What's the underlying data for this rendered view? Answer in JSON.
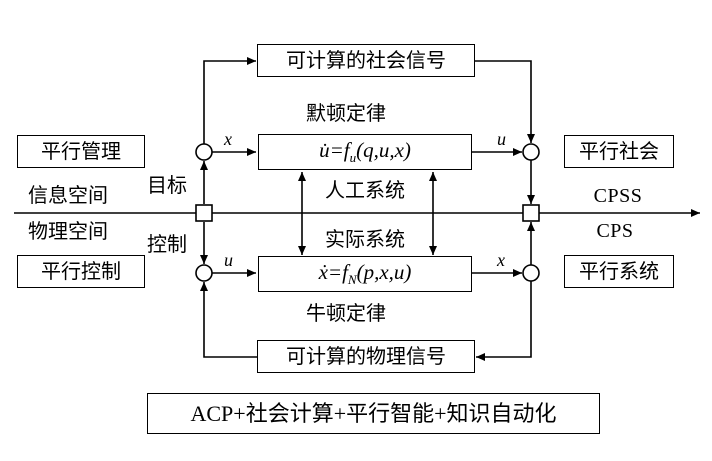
{
  "boxes": {
    "social_signal": "可计算的社会信号",
    "physical_signal": "可计算的物理信号",
    "parallel_management": "平行管理",
    "parallel_control": "平行控制",
    "parallel_society": "平行社会",
    "parallel_system": "平行系统",
    "acp_formula": "ACP+社会计算+平行智能+知识自动化"
  },
  "labels": {
    "merton_law": "默顿定律",
    "newton_law": "牛顿定律",
    "artificial_system": "人工系统",
    "actual_system": "实际系统",
    "cyber_space": "信息空间",
    "physical_space": "物理空间",
    "goal": "目标",
    "control": "控制",
    "cpss": "CPSS",
    "cps": "CPS"
  },
  "equations": {
    "artificial": {
      "pre": "u̇=f",
      "sub": "u",
      "post": "(q,u,x)"
    },
    "actual": {
      "pre": "ẋ=f",
      "sub": "N",
      "post": "(p,x,u)"
    }
  },
  "signals": {
    "x_top": "x",
    "u_top": "u",
    "u_bottom": "u",
    "x_bottom": "x"
  },
  "colors": {
    "line": "#000000",
    "background": "#ffffff"
  }
}
